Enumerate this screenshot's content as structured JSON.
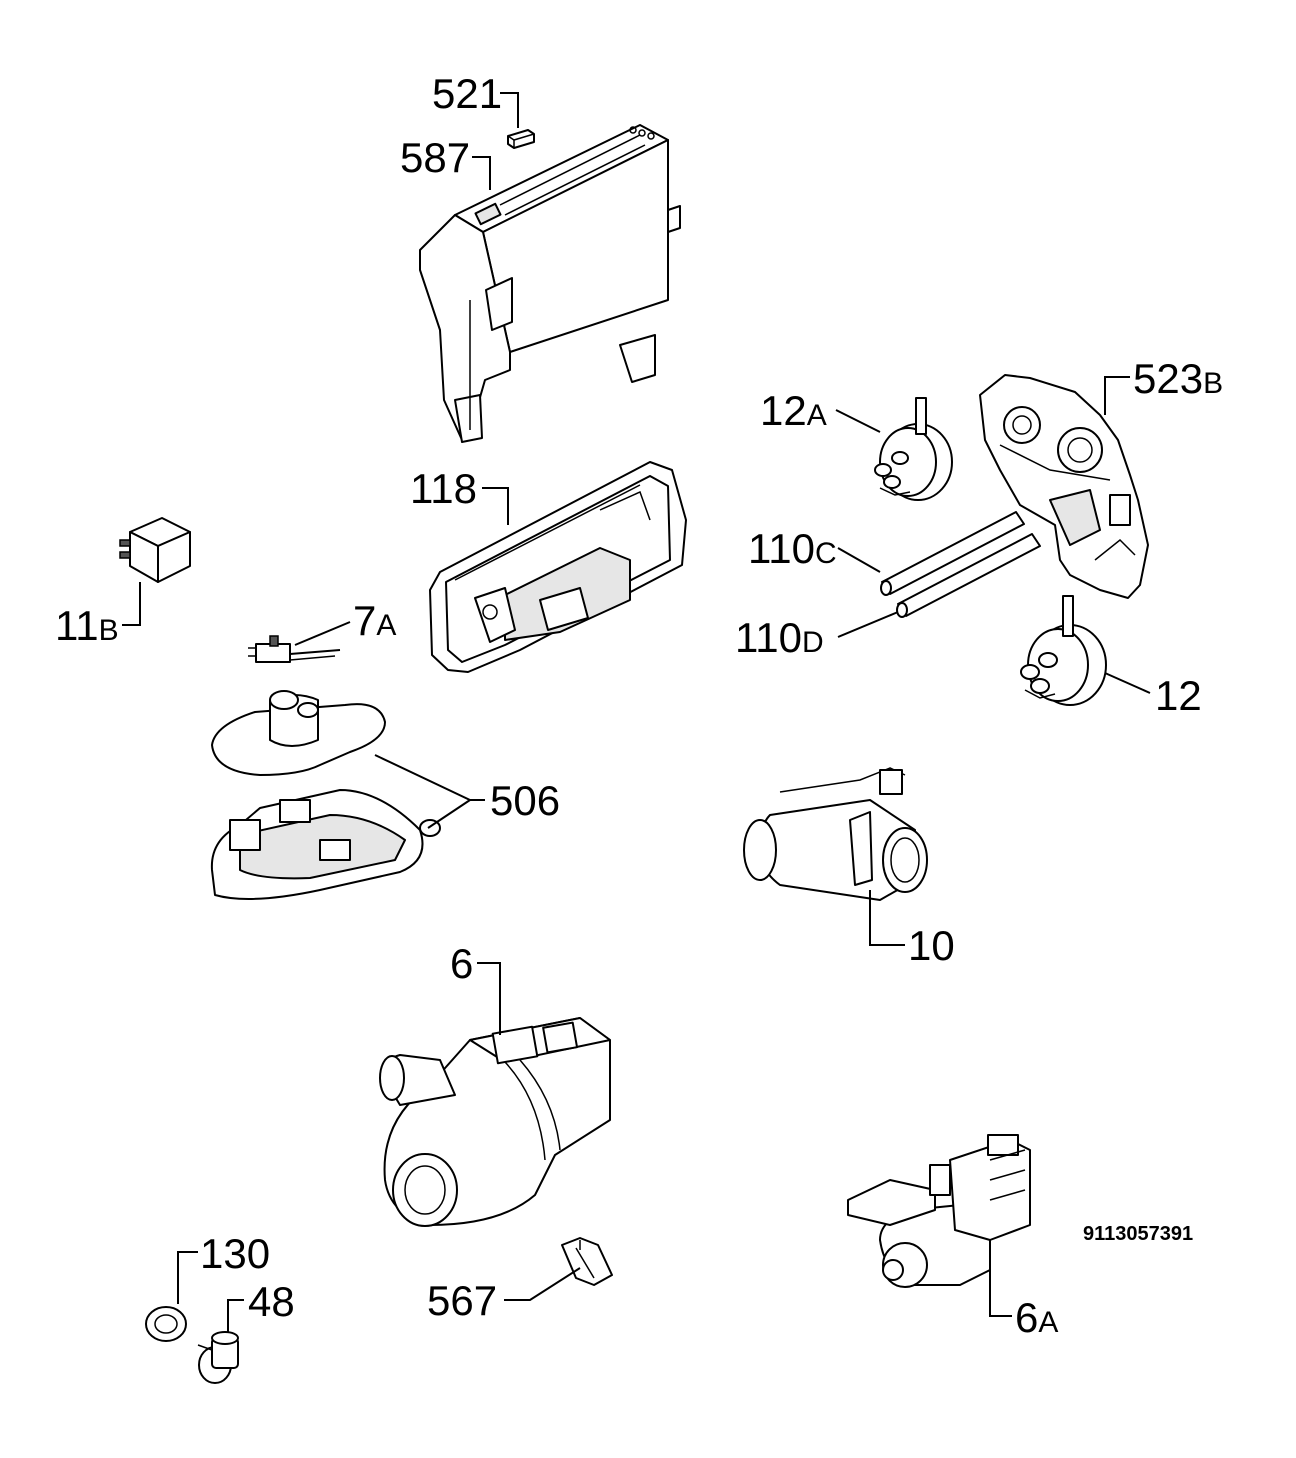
{
  "diagram": {
    "document_code": "9113057391",
    "callouts": [
      {
        "id": "521",
        "number": "521",
        "suffix": ""
      },
      {
        "id": "587",
        "number": "587",
        "suffix": ""
      },
      {
        "id": "118",
        "number": "118",
        "suffix": ""
      },
      {
        "id": "12A",
        "number": "12",
        "suffix": "A"
      },
      {
        "id": "523B",
        "number": "523",
        "suffix": "B"
      },
      {
        "id": "110C",
        "number": "110",
        "suffix": "C"
      },
      {
        "id": "110D",
        "number": "110",
        "suffix": "D"
      },
      {
        "id": "12",
        "number": "12",
        "suffix": ""
      },
      {
        "id": "11B",
        "number": "11",
        "suffix": "B"
      },
      {
        "id": "7A",
        "number": "7",
        "suffix": "A"
      },
      {
        "id": "506",
        "number": "506",
        "suffix": ""
      },
      {
        "id": "10",
        "number": "10",
        "suffix": ""
      },
      {
        "id": "6",
        "number": "6",
        "suffix": ""
      },
      {
        "id": "130",
        "number": "130",
        "suffix": ""
      },
      {
        "id": "48",
        "number": "48",
        "suffix": ""
      },
      {
        "id": "567",
        "number": "567",
        "suffix": ""
      },
      {
        "id": "6A",
        "number": "6",
        "suffix": "A"
      }
    ]
  }
}
